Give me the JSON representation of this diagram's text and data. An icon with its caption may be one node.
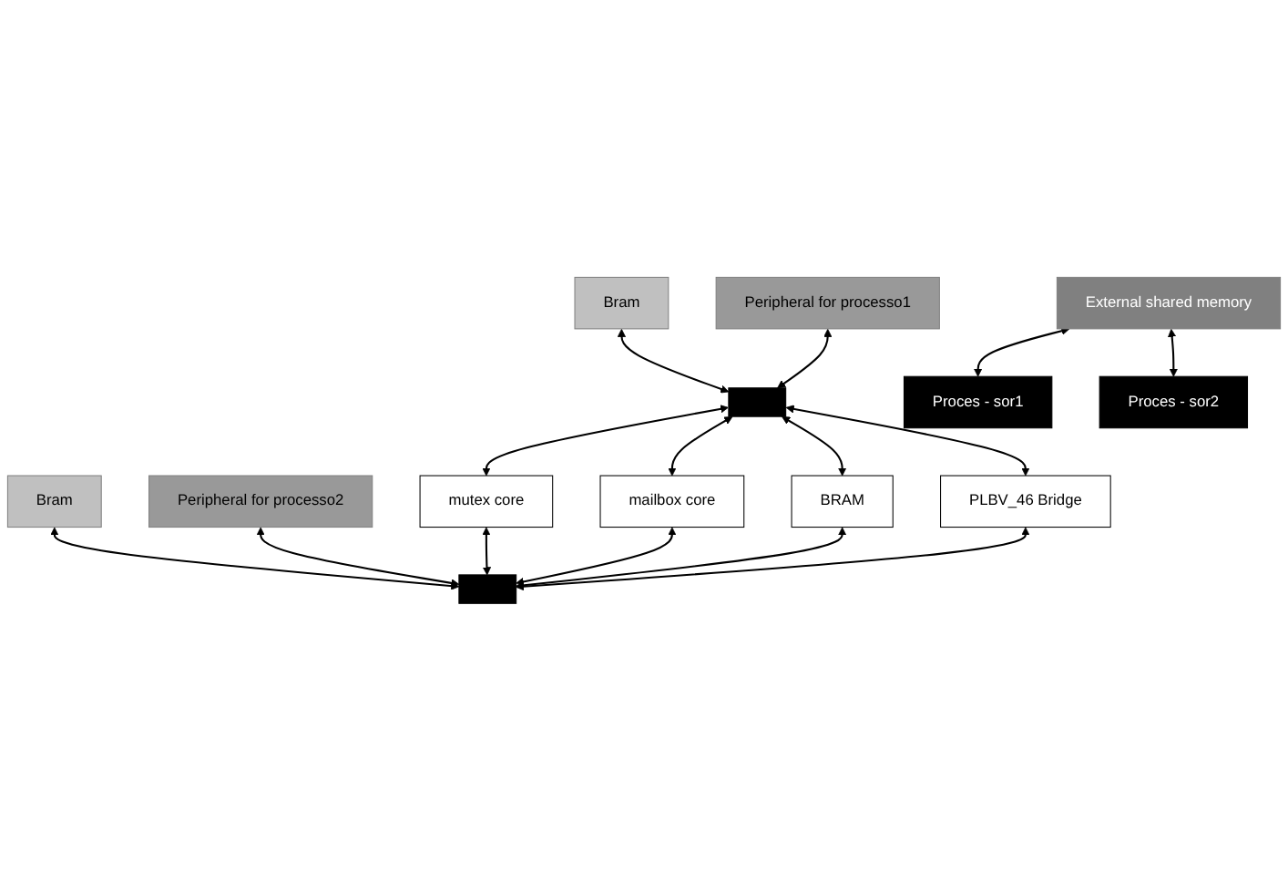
{
  "diagram": {
    "nodes": [
      {
        "text": [
          "Bram"
        ]
      },
      {
        "text": [],
        "shape": "bar"
      },
      {
        "text": [
          "External shared memory"
        ]
      },
      {
        "text": [],
        "shape": "bar"
      },
      {
        "text": [
          "Bram"
        ]
      },
      {
        "text": [
          "Proces - sor1"
        ]
      },
      {
        "text": [
          "Proces - sor2"
        ]
      },
      {
        "text": [
          "Peripheral for processo1"
        ]
      },
      {
        "text": [
          "Peripheral for processo2"
        ]
      },
      {
        "text": [
          "mutex core"
        ]
      },
      {
        "text": [
          "mailbox core"
        ]
      },
      {
        "text": [
          "BRAM"
        ]
      },
      {
        "text": [
          "PLBV_46 Bridge"
        ]
      }
    ],
    "edges": [
      {
        "from": 0,
        "to": 1,
        "arrow": "both"
      },
      {
        "from": 4,
        "to": 3,
        "arrow": "both"
      },
      {
        "from": 7,
        "to": 1,
        "arrow": "both"
      },
      {
        "from": 8,
        "to": 3,
        "arrow": "both"
      },
      {
        "from": 1,
        "to": 9,
        "arrow": "both"
      },
      {
        "from": 9,
        "to": 3,
        "arrow": "both"
      },
      {
        "from": 1,
        "to": 10,
        "arrow": "both"
      },
      {
        "from": 10,
        "to": 3,
        "arrow": "both"
      },
      {
        "from": 1,
        "to": 11,
        "arrow": "both"
      },
      {
        "from": 11,
        "to": 3,
        "arrow": "both"
      },
      {
        "from": 1,
        "to": 12,
        "arrow": "both"
      },
      {
        "from": 12,
        "to": 3,
        "arrow": "both"
      },
      {
        "from": 2,
        "to": 5,
        "arrow": "both"
      },
      {
        "from": 2,
        "to": 6,
        "arrow": "both"
      }
    ]
  }
}
